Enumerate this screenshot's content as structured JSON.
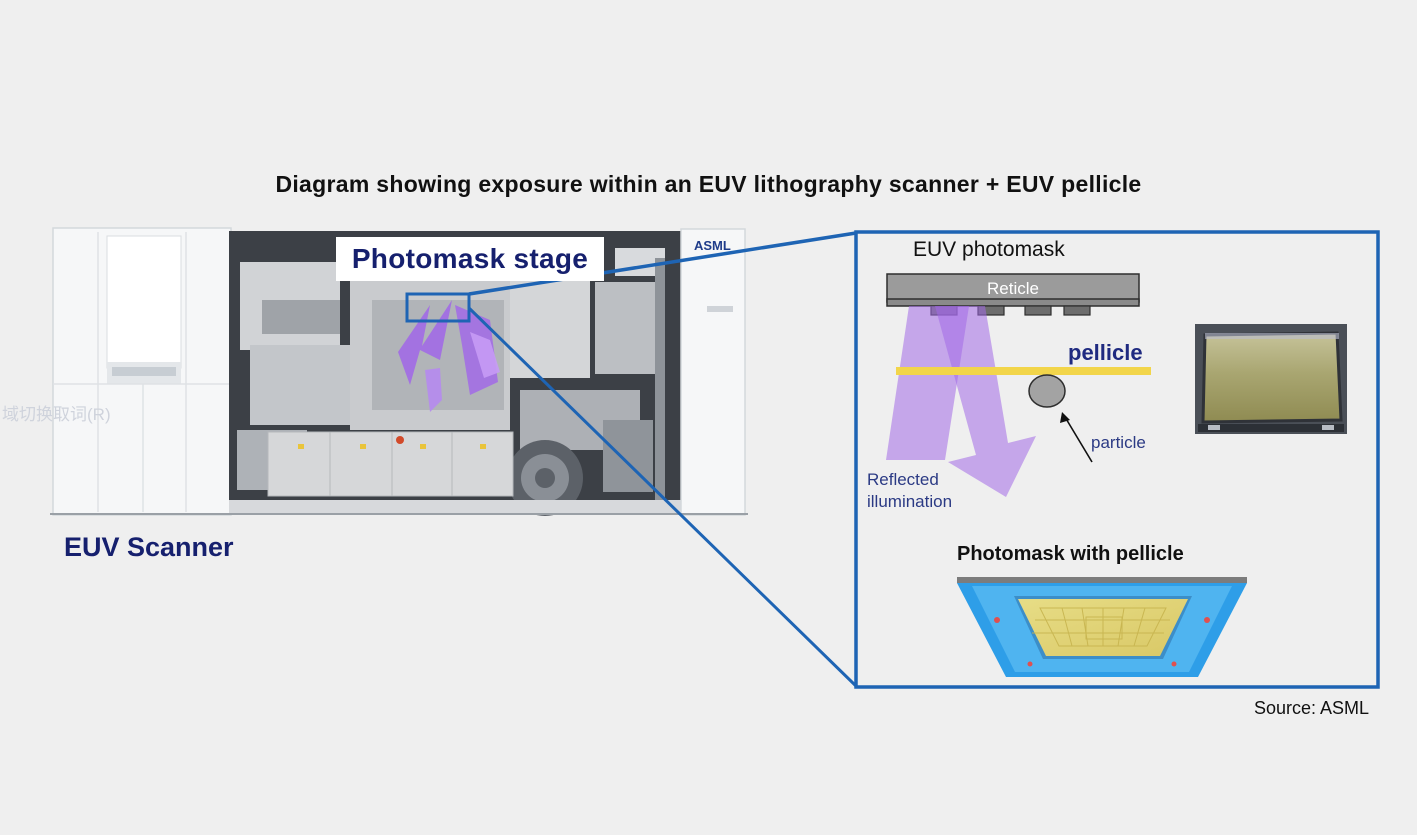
{
  "title": "Diagram showing exposure within an EUV lithography scanner + EUV pellicle",
  "labels": {
    "photomask_stage": "Photomask stage",
    "asml_logo": "ASML",
    "euv_scanner": "EUV Scanner",
    "euv_photomask": "EUV photomask",
    "reticle": "Reticle",
    "pellicle": "pellicle",
    "particle": "particle",
    "reflected_line1": "Reflected",
    "reflected_line2": "illumination",
    "photomask_with_pellicle": "Photomask with pellicle",
    "source": "Source: ASML",
    "faint_overlay": "域切换取词(R)"
  },
  "colors": {
    "background": "#efefef",
    "callout_blue": "#1e64b4",
    "euv_light_purple": "#a26ae6",
    "pellicle_yellow": "#f2d54a",
    "reticle_gray": "#9b9b9b",
    "label_navy": "#16206e",
    "pellicle_frame_blue": "#2e9ee8"
  },
  "icons": {
    "particle": "gray-circle",
    "particle_pointer": "arrow",
    "scanner": "euv-scanner-cutaway",
    "pellicle_photo": "pellicle-photo"
  }
}
